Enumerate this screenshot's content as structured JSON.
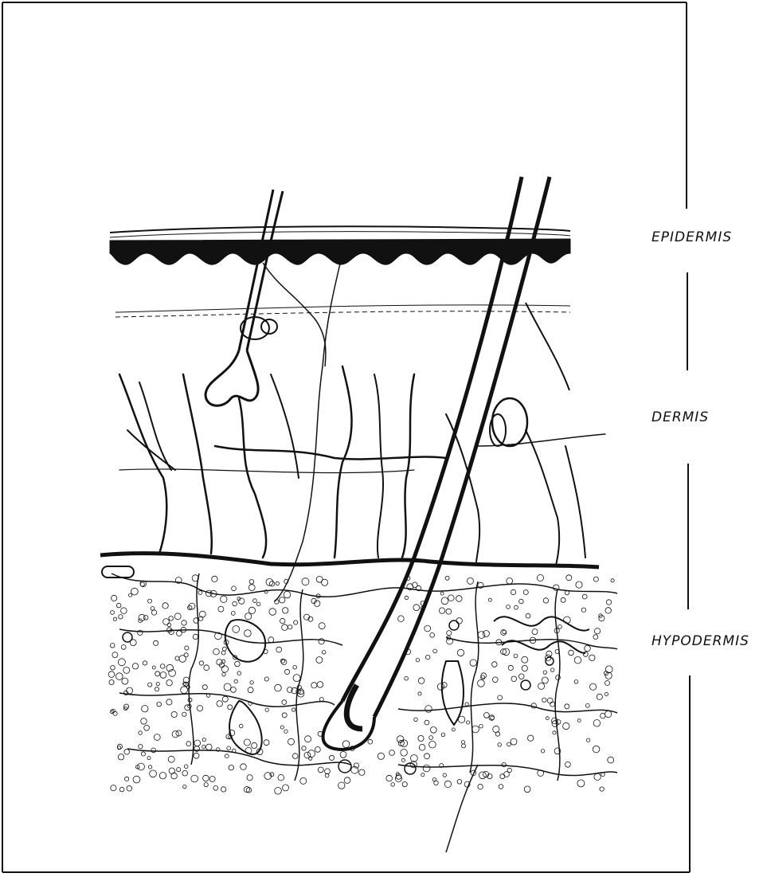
{
  "labels": {
    "epidermis": "EPIDERMIS",
    "dermis": "DERMIS",
    "hypodermis": "HYPODERMIS"
  },
  "colors": {
    "ink": "#111111",
    "paper": "#ffffff"
  }
}
